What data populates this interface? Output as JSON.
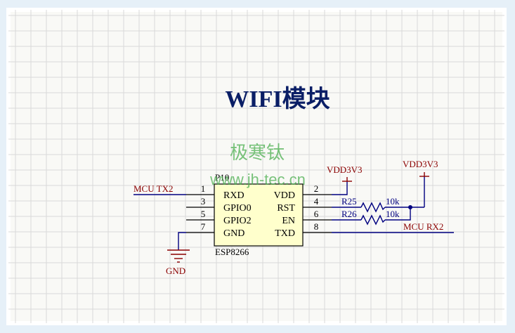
{
  "title": "WIFI模块",
  "watermark": {
    "chinese": "极寒钛",
    "url": "www.jh-tec.cn"
  },
  "component": {
    "designator": "P10",
    "part": "ESP8266",
    "left_pins": [
      {
        "number": "1",
        "name": "RXD"
      },
      {
        "number": "3",
        "name": "GPIO0"
      },
      {
        "number": "5",
        "name": "GPIO2"
      },
      {
        "number": "7",
        "name": "GND"
      }
    ],
    "right_pins": [
      {
        "number": "2",
        "name": "VDD"
      },
      {
        "number": "4",
        "name": "RST"
      },
      {
        "number": "6",
        "name": "EN"
      },
      {
        "number": "8",
        "name": "TXD"
      }
    ]
  },
  "nets": {
    "mcu_tx": "MCU TX2",
    "mcu_rx": "MCU RX2",
    "vdd_left": "VDD3V3",
    "vdd_right": "VDD3V3",
    "gnd": "GND"
  },
  "resistors": [
    {
      "designator": "R25",
      "value": "10k"
    },
    {
      "designator": "R26",
      "value": "10k"
    }
  ],
  "colors": {
    "wire": "#000080",
    "net_label": "#8b0000",
    "title": "#0a1e66",
    "watermark": "#4caf50",
    "grid": "#d6d6d6",
    "border": "#ffffff",
    "body_fill": "#ffffcc",
    "pin_line": "#000000"
  }
}
